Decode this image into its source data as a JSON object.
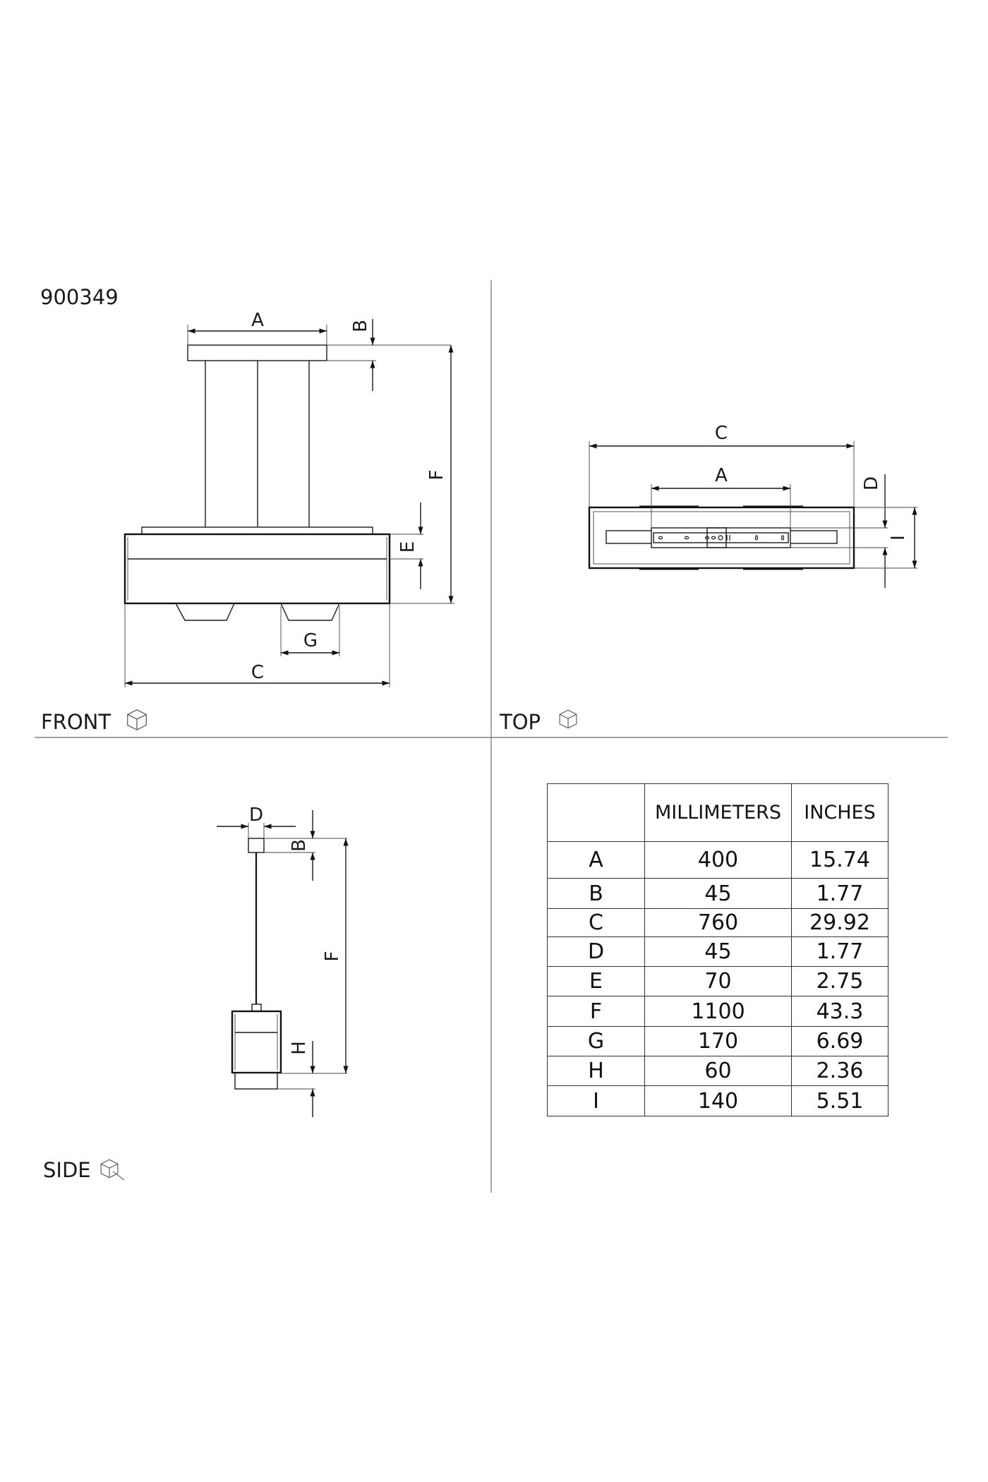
{
  "product_code": "900349",
  "views": {
    "front": "FRONT",
    "top": "TOP",
    "side": "SIDE"
  },
  "dim_letters": {
    "A": "A",
    "B": "B",
    "C": "C",
    "D": "D",
    "E": "E",
    "F": "F",
    "G": "G",
    "H": "H",
    "I": "I"
  },
  "icons": {
    "view_cube": "isometric-cube-icon"
  },
  "table": {
    "headers": [
      "",
      "MILLIMETERS",
      "INCHES"
    ],
    "rows": [
      {
        "key": "A",
        "mm": "400",
        "in": "15.74"
      },
      {
        "key": "B",
        "mm": "45",
        "in": "1.77"
      },
      {
        "key": "C",
        "mm": "760",
        "in": "29.92"
      },
      {
        "key": "D",
        "mm": "45",
        "in": "1.77"
      },
      {
        "key": "E",
        "mm": "70",
        "in": "2.75"
      },
      {
        "key": "F",
        "mm": "1100",
        "in": "43.3"
      },
      {
        "key": "G",
        "mm": "170",
        "in": "6.69"
      },
      {
        "key": "H",
        "mm": "60",
        "in": "2.36"
      },
      {
        "key": "I",
        "mm": "140",
        "in": "5.51"
      }
    ]
  }
}
